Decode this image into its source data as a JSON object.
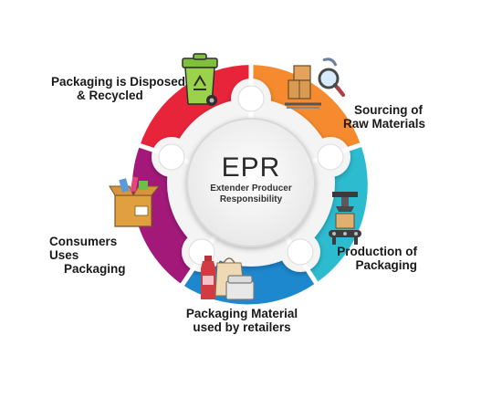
{
  "center": {
    "title": "EPR",
    "subtitle_line1": "Extender Producer",
    "subtitle_line2": "Responsibility"
  },
  "stages": [
    {
      "line1": "Sourcing of",
      "line2": "Raw Materials",
      "color": "#F58A2E",
      "icon": "hand-truck-boxes-magnifier-icon"
    },
    {
      "line1": "Production of",
      "line2": "Packaging",
      "color": "#2DBBD0",
      "icon": "conveyor-robot-arm-icon"
    },
    {
      "line1": "Packaging Material",
      "line2": "used by retailers",
      "color": "#1E88CF",
      "icon": "bottle-bag-food-container-icon"
    },
    {
      "line1": "Consumers Uses",
      "line2": "Packaging",
      "color": "#A3197A",
      "icon": "open-box-toys-icon"
    },
    {
      "line1": "Packaging is Disposed",
      "line2": "& Recycled",
      "color": "#E8243A",
      "icon": "recycle-bin-icon"
    }
  ]
}
